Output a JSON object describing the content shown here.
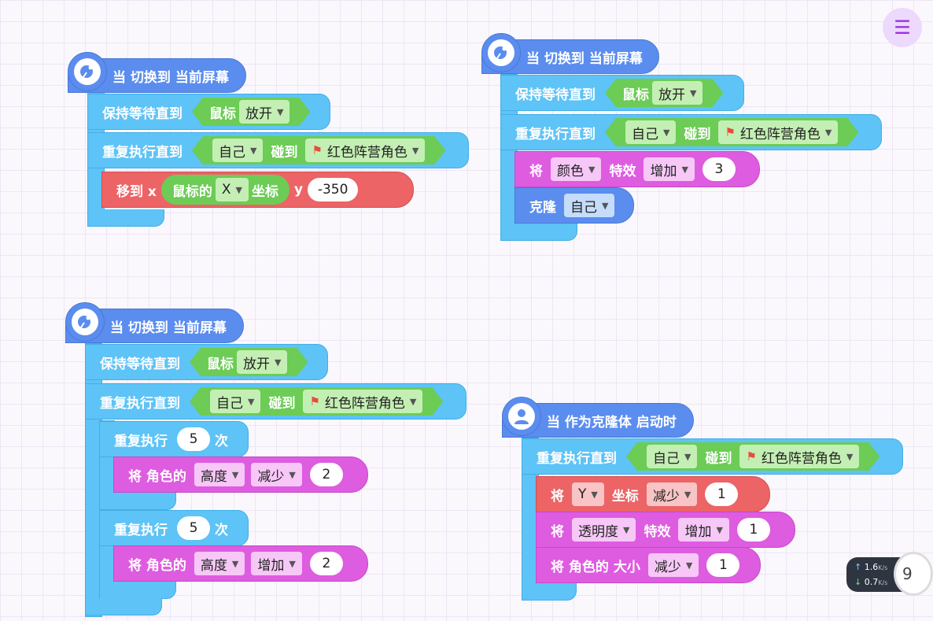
{
  "labels": {
    "when_switch": "当 切换到 当前屏幕",
    "when_clone": "当 作为克隆体 启动时",
    "wait_until": "保持等待直到",
    "repeat_until": "重复执行直到",
    "repeat": "重复执行",
    "times": "次",
    "mouse": "鼠标",
    "release": "放开",
    "self": "自己",
    "touch": "碰到",
    "red_role": "红色阵营角色",
    "move_to_x": "移到 x",
    "mouse_of": "鼠标的",
    "coord": "坐标",
    "y": "y",
    "set_role": "将 角色的",
    "set": "将",
    "height": "高度",
    "decrease": "减少",
    "increase": "增加",
    "color": "颜色",
    "effect": "特效",
    "clone": "克隆",
    "alpha": "透明度",
    "size": "大小",
    "role_of": "角色的"
  },
  "values": {
    "x_opt": "X",
    "y_opt": "Y",
    "neg350": "-350",
    "three": "3",
    "five": "5",
    "two": "2",
    "one": "1"
  },
  "status": {
    "up_speed": "1.6",
    "down_speed": "0.7",
    "unit": "K/s",
    "ring_text": "9"
  },
  "colors": {
    "event_blue": "#5b8def",
    "control_cyan": "#5ec3f6",
    "sensing_green": "#6ccc55",
    "looks_pink": "#de5ce0",
    "motion_red": "#ec6466"
  },
  "icons": {
    "hat": "satellite-dish-icon",
    "clone_hat": "user-icon",
    "flag": "flag-icon",
    "chevron": "chevron-down-icon"
  }
}
